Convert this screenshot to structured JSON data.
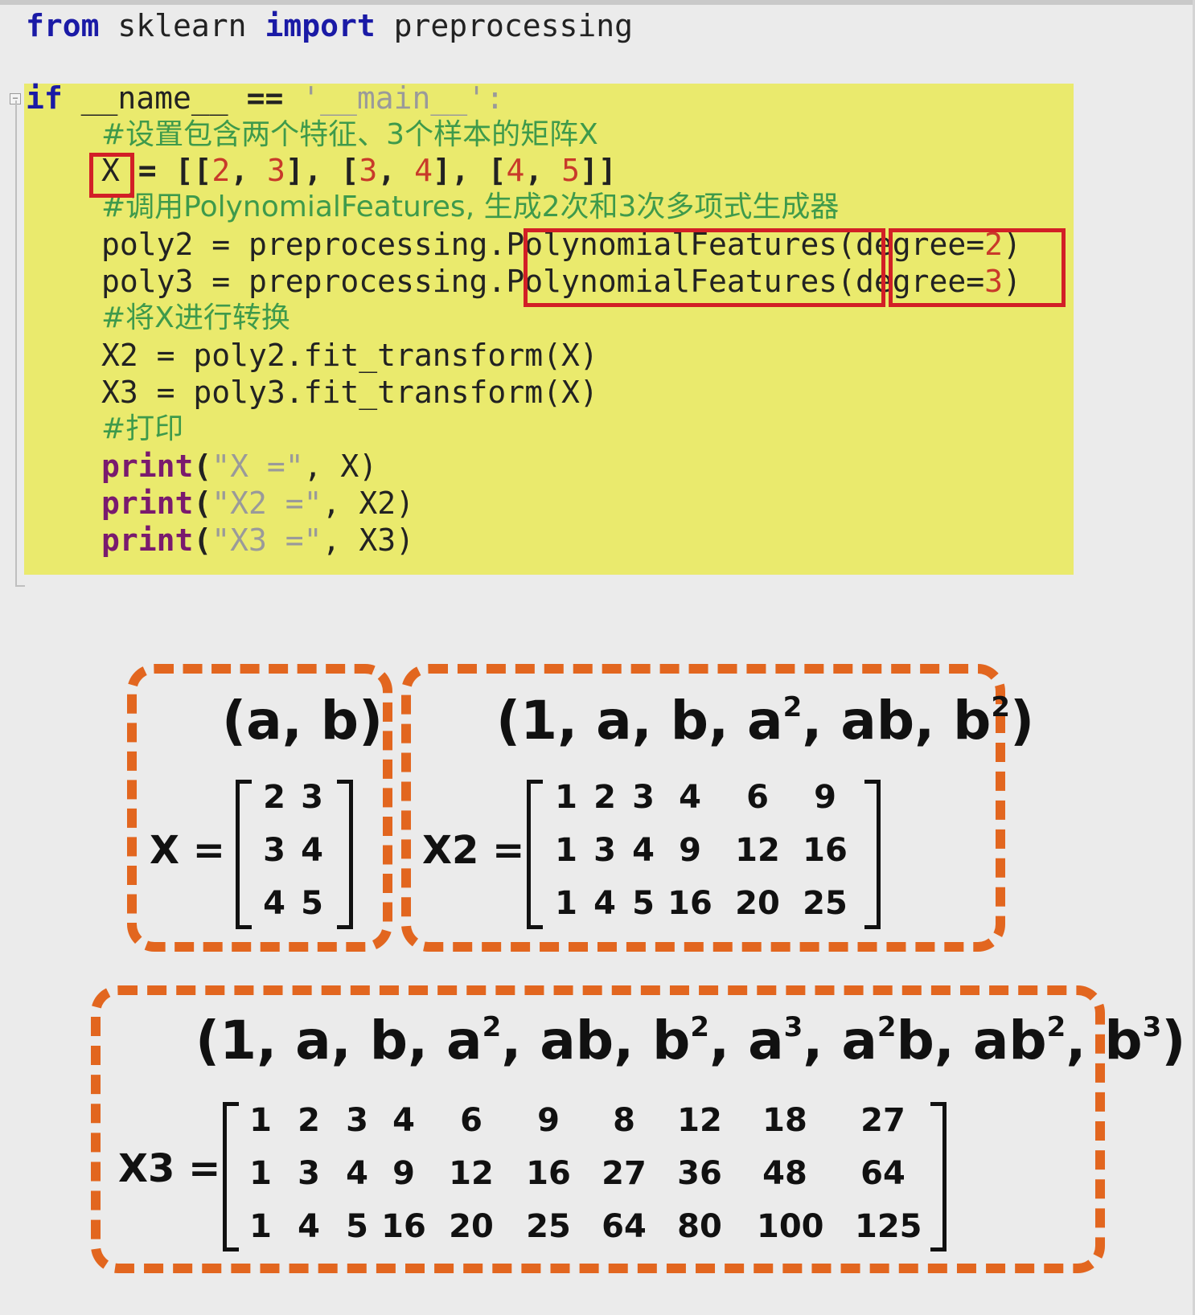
{
  "code": {
    "import_line": {
      "kw_from": "from",
      "module": "sklearn",
      "kw_import": "import",
      "name": "preprocessing"
    },
    "if_line": {
      "kw": "if",
      "cond_left": "__name__",
      "op": "==",
      "cond_right": "'__main__':"
    },
    "comment1": "#设置包含两个特征、3个样本的矩阵X",
    "x_assign": {
      "var": "X",
      "eq": "=",
      "p1": "[[",
      "n1": "2",
      "c1": ",",
      "n2": "3",
      "p2": "], [",
      "n3": "3",
      "c2": ",",
      "n4": "4",
      "p3": "], [",
      "n5": "4",
      "c3": ",",
      "n6": "5",
      "p4": "]]"
    },
    "comment2": "#调用PolynomialFeatures, 生成2次和3次多项式生成器",
    "poly2_line": {
      "lhs": "poly2 = preprocessing.",
      "cls": "PolynomialFeatures",
      "arg": "(degree=",
      "val": "2",
      "close": ")"
    },
    "poly3_line": {
      "lhs": "poly3 = preprocessing.",
      "cls": "PolynomialFeatures",
      "arg": "(degree=",
      "val": "3",
      "close": ")"
    },
    "comment3": "#将X进行转换",
    "x2_line": "X2 = poly2.fit_transform(X)",
    "x3_line": "X3 = poly3.fit_transform(X)",
    "comment4": "#打印",
    "print_lines": [
      {
        "kw": "print",
        "open": "(",
        "str": "\"X =\"",
        "rest": ", X)"
      },
      {
        "kw": "print",
        "open": "(",
        "str": "\"X2 =\"",
        "rest": ", X2)"
      },
      {
        "kw": "print",
        "open": "(",
        "str": "\"X3 =\"",
        "rest": ", X3)"
      }
    ]
  },
  "colors": {
    "highlight": "#eaea6d",
    "red_box": "#d21f26",
    "dash_orange": "#e2661f",
    "keyword": "#1a1aa6",
    "print_kw": "#7a1a6e",
    "number": "#c83a2a",
    "comment": "#3e9a4b"
  },
  "panels": {
    "x": {
      "title": "(a, b)",
      "label": "X =",
      "matrix": [
        [
          "2",
          "3"
        ],
        [
          "3",
          "4"
        ],
        [
          "4",
          "5"
        ]
      ]
    },
    "x2": {
      "title_parts": {
        "a": "(1, a, b, a",
        "s1": "2",
        "b": ", ab, b",
        "s2": "2",
        "c": ")"
      },
      "label": "X2 =",
      "matrix": [
        [
          "1",
          "2",
          "3",
          "4",
          "6",
          "9"
        ],
        [
          "1",
          "3",
          "4",
          "9",
          "12",
          "16"
        ],
        [
          "1",
          "4",
          "5",
          "16",
          "20",
          "25"
        ]
      ]
    },
    "x3": {
      "title_parts": {
        "a": "(1, a, b, a",
        "s1": "2",
        "b": ", ab, b",
        "s2": "2",
        "c": ", a",
        "s3": "3",
        "d": ", a",
        "s4": "2",
        "e": "b, ab",
        "s5": "2",
        "f": ", b",
        "s6": "3",
        "g": ")"
      },
      "label": "X3 =",
      "matrix": [
        [
          "1",
          "2",
          "3",
          "4",
          "6",
          "9",
          "8",
          "12",
          "18",
          "27"
        ],
        [
          "1",
          "3",
          "4",
          "9",
          "12",
          "16",
          "27",
          "36",
          "48",
          "64"
        ],
        [
          "1",
          "4",
          "5",
          "16",
          "20",
          "25",
          "64",
          "80",
          "100",
          "125"
        ]
      ]
    }
  }
}
